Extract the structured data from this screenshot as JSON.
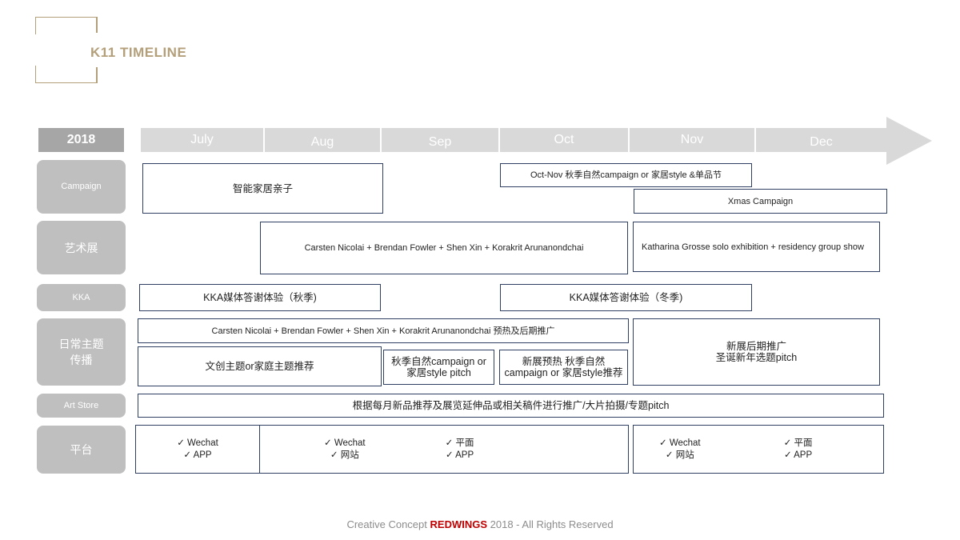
{
  "header": {
    "title": "K11 TIMELINE"
  },
  "timeline": {
    "year": "2018",
    "months": [
      "July",
      "Aug",
      "Sep",
      "Oct",
      "Nov",
      "Dec"
    ]
  },
  "rows": {
    "campaign": "Campaign",
    "art_exhibition": "艺术展",
    "kka": "KKA",
    "daily_theme": "日常主题传播",
    "art_store": "Art Store",
    "platform": "平台"
  },
  "campaign": {
    "smart_home": "智能家居亲子",
    "oct_nov": "Oct-Nov 秋季自然campaign or 家居style &单品节",
    "xmas": "Xmas Campaign"
  },
  "art_exhibition": {
    "group": "Carsten Nicolai + Brendan Fowler + Shen Xin + Korakrit Arunanondchai",
    "grosse": "Katharina Grosse solo exhibition + residency group show"
  },
  "kka": {
    "autumn": "KKA媒体答谢体验（秋季)",
    "winter": "KKA媒体答谢体验（冬季)"
  },
  "daily_theme": {
    "preheat_promo": "Carsten Nicolai + Brendan Fowler + Shen Xin + Korakrit Arunanondchai 预热及后期推广",
    "creative_topics": "文创主题or家庭主题推荐",
    "autumn_pitch": "秋季自然campaign or 家居style pitch",
    "new_preheat": "新展预热 秋季自然campaign or 家居style推荐",
    "post_promo_line1": "新展后期推广",
    "post_promo_line2": "圣诞新年选题pitch"
  },
  "art_store": {
    "text": "根据每月新品推荐及展览延伸品或相关稿件进行推广/大片拍摄/专题pitch"
  },
  "platform": {
    "july_1": "✓ Wechat",
    "july_2": "✓ APP",
    "aug_col1_1": "✓ Wechat",
    "aug_col1_2": "✓ 网站",
    "aug_col2_1": "✓ 平面",
    "aug_col2_2": "✓ APP",
    "nov_col1_1": "✓ Wechat",
    "nov_col1_2": "✓ 网站",
    "nov_col2_1": "✓ 平面",
    "nov_col2_2": "✓ APP"
  },
  "footer": {
    "prefix": "Creative Concept",
    "brand": "REDWINGS",
    "suffix": "2018 - All Rights Reserved"
  },
  "colors": {
    "accent_gold": "#b39f7a",
    "box_border": "#2e3f63",
    "label_gray": "#bfbfbf",
    "arrow_gray": "#d9d9d9",
    "brand_red": "#c00000"
  }
}
